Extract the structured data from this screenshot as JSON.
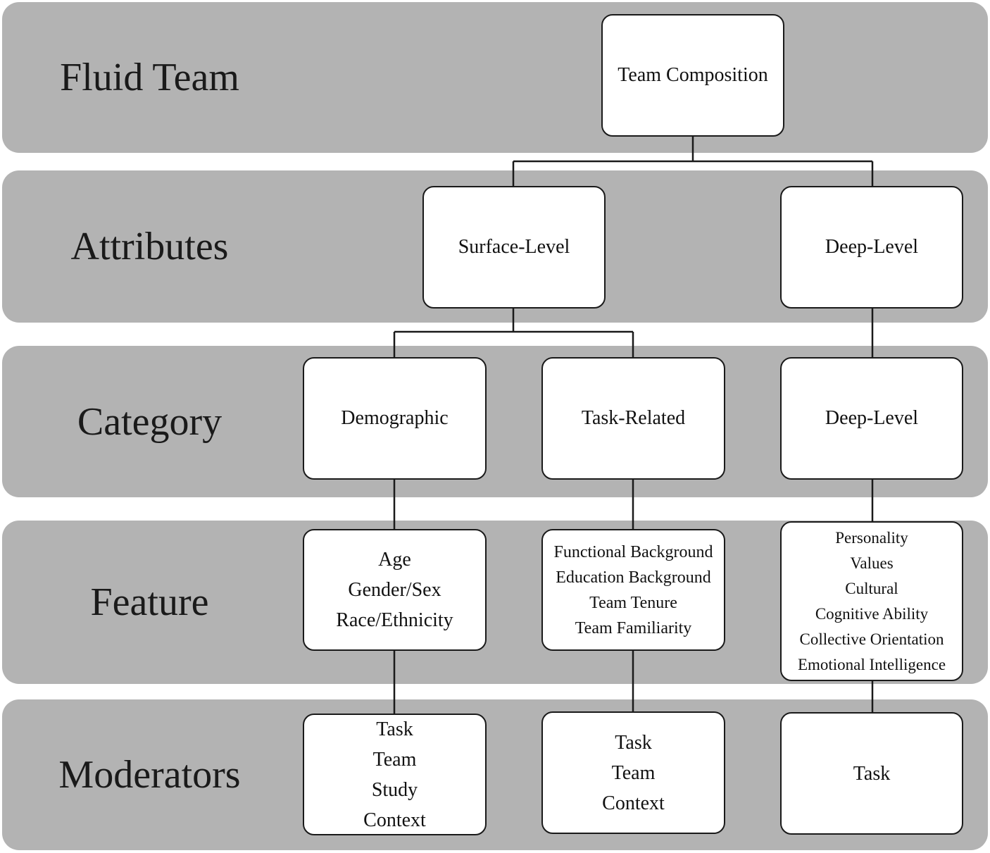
{
  "rows": [
    {
      "label": "Fluid Team"
    },
    {
      "label": "Attributes"
    },
    {
      "label": "Category"
    },
    {
      "label": "Feature"
    },
    {
      "label": "Moderators"
    }
  ],
  "nodes": {
    "team_composition": "Team Composition",
    "surface_level": "Surface-Level",
    "deep_level_attr": "Deep-Level",
    "demographic": "Demographic",
    "task_related": "Task-Related",
    "deep_level_cat": "Deep-Level",
    "demographic_features": [
      "Age",
      "Gender/Sex",
      "Race/Ethnicity"
    ],
    "task_related_features": [
      "Functional Background",
      "Education Background",
      "Team Tenure",
      "Team Familiarity"
    ],
    "deep_level_features": [
      "Personality",
      "Values",
      "Cultural",
      "Cognitive Ability",
      "Collective Orientation",
      "Emotional Intelligence"
    ],
    "demographic_moderators": [
      "Task",
      "Team",
      "Study",
      "Context"
    ],
    "task_related_moderators": [
      "Task",
      "Team",
      "Context"
    ],
    "deep_level_moderators": [
      "Task"
    ]
  },
  "colors": {
    "band": "#b3b3b3",
    "node_fill": "#ffffff",
    "line": "#1a1a1a"
  }
}
